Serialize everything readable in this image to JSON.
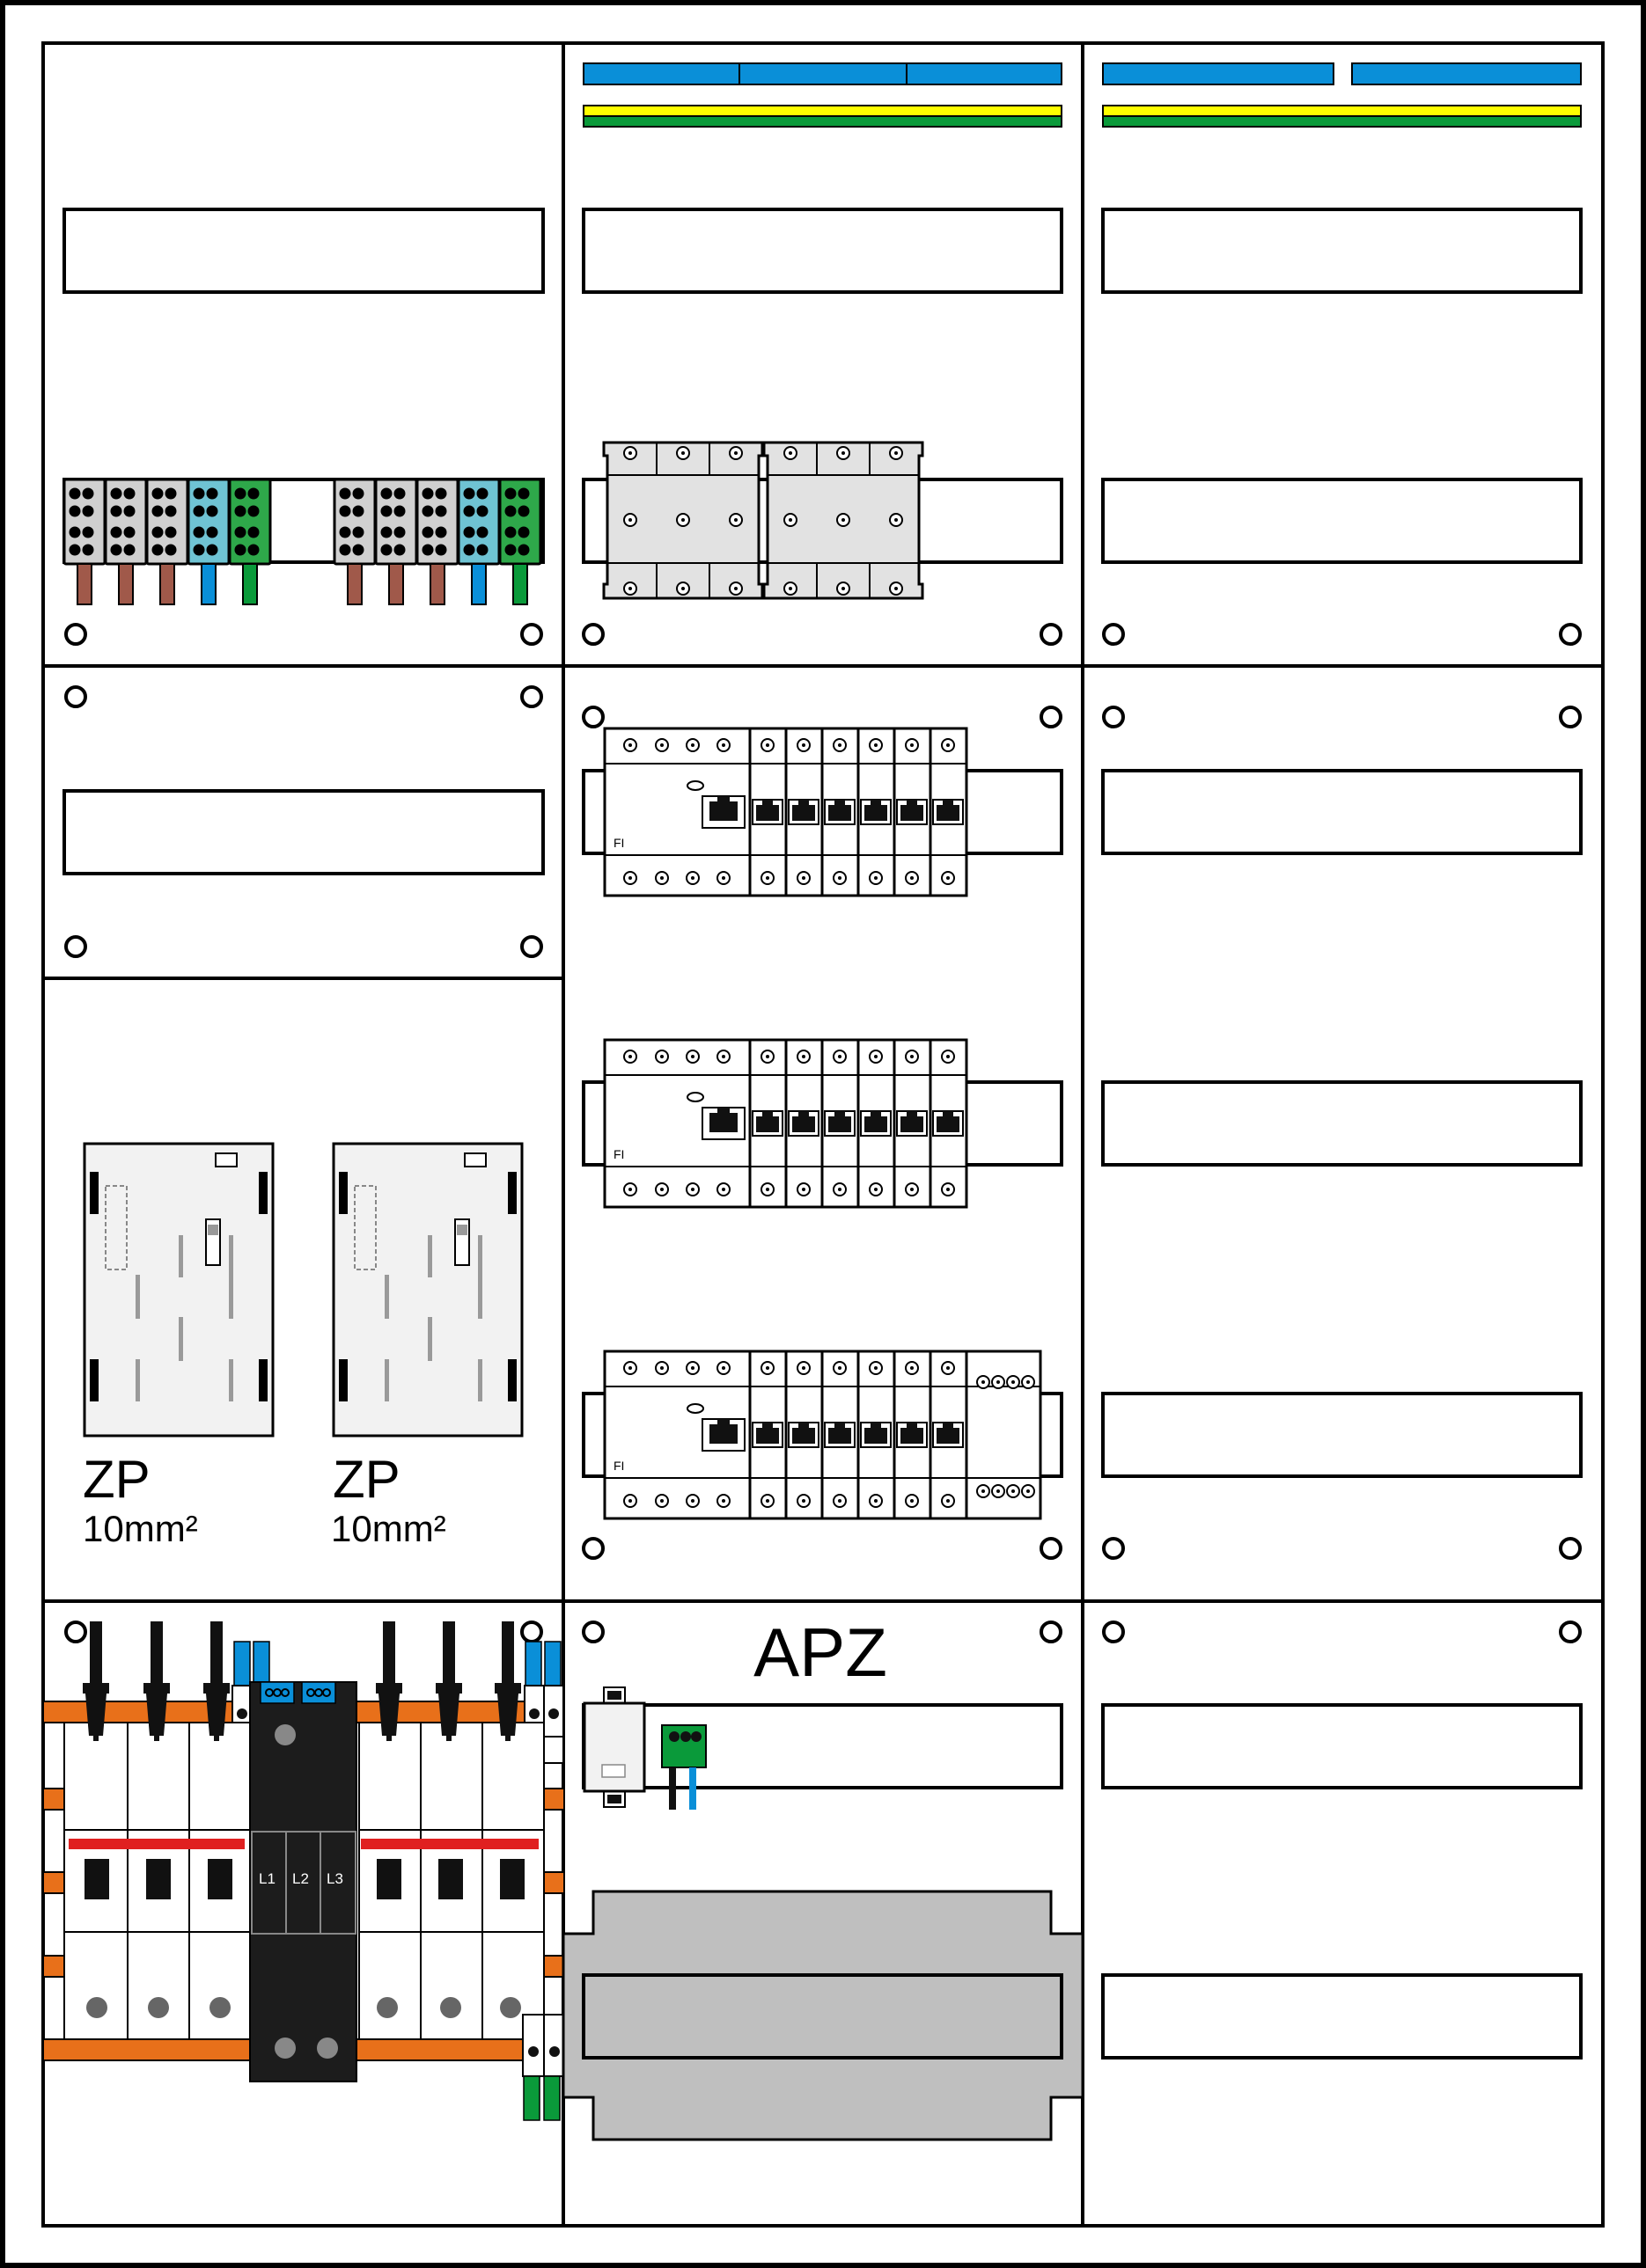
{
  "labels": {
    "zp_left_title": "ZP",
    "zp_left_sub": "10mm²",
    "zp_right_title": "ZP",
    "zp_right_sub": "10mm²",
    "apz": "APZ",
    "fi": "FI",
    "phase_1": "L1",
    "phase_2": "L2",
    "phase_3": "L3"
  },
  "colors": {
    "frame": "#000000",
    "background": "#ffffff",
    "neutral_blue": "#0a8fd8",
    "earth_yellow": "#ffff00",
    "earth_green": "#0a9a3a",
    "wire_brown": "#a0594a",
    "rail_orange": "#e8701a",
    "busbar_red": "#e02020",
    "terminal_grey": "#d0d0d0",
    "terminal_cyan": "#6fc3d3",
    "module_black": "#1c1c1c",
    "housing_grey": "#bfbfbf",
    "meter_white": "#f2f2f2"
  }
}
